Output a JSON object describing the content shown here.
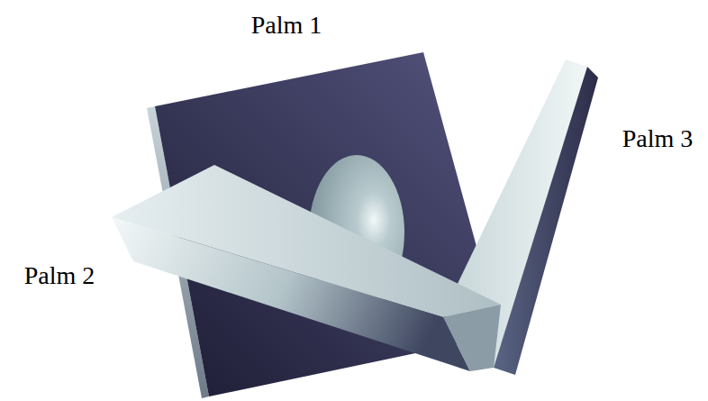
{
  "diagram": {
    "labels": [
      "Palm 1",
      "Palm 2",
      "Palm 3"
    ]
  }
}
